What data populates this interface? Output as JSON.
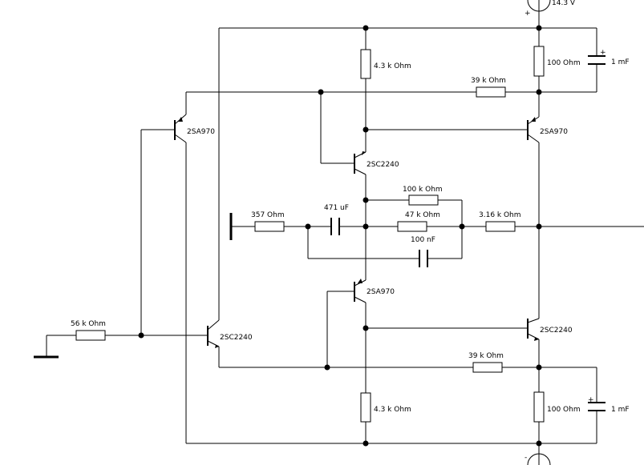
{
  "supply": {
    "positive": "14.3 V",
    "positive_sign": "+",
    "negative_sign": "-"
  },
  "components": {
    "r_top_4k3": "4.3 k Ohm",
    "r_top_100": "100  Ohm",
    "c_top": "1 mF",
    "c_top_polarity": "+",
    "r_top_39k": "39 k Ohm",
    "q_left_top": "2SA970",
    "q_right_top": "2SA970",
    "q_mid_top": "2SC2240",
    "r_fb_100k": "100 k Ohm",
    "r_in_357": "357  Ohm",
    "c_in_471": "471 uF",
    "r_fb_47k": "47 k Ohm",
    "r_out_316": "3.16 k Ohm",
    "c_fb_100n": "100 nF",
    "q_mid_bot": "2SA970",
    "r_gnd_56k": "56 k Ohm",
    "q_left_bot": "2SC2240",
    "q_right_bot": "2SC2240",
    "r_bot_39k": "39 k Ohm",
    "r_bot_4k3": "4.3 k Ohm",
    "r_bot_100": "100  Ohm",
    "c_bot": "1 mF",
    "c_bot_polarity": "+"
  }
}
